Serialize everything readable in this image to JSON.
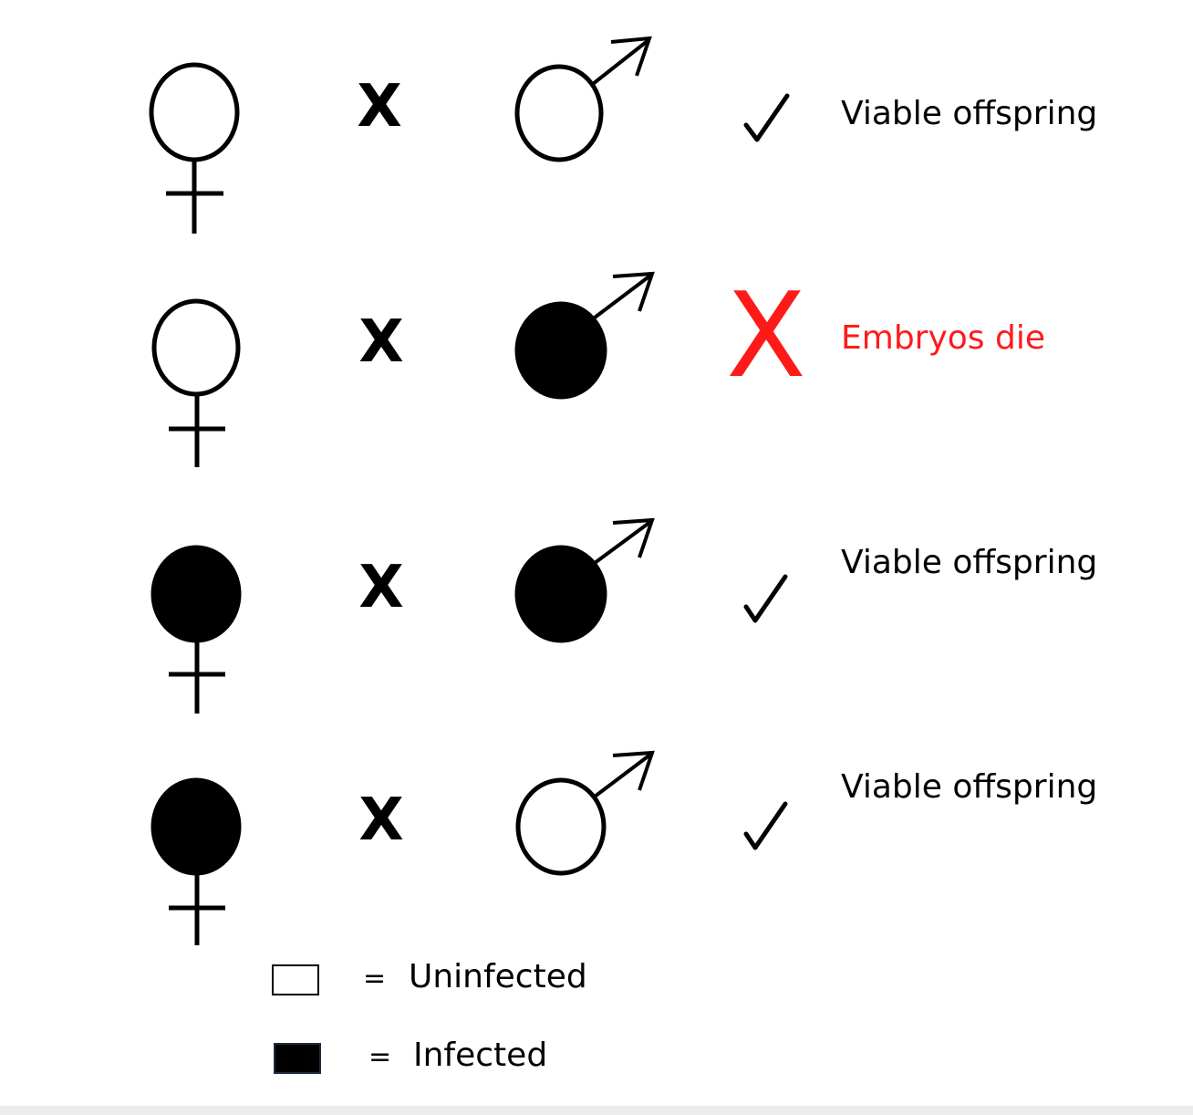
{
  "legend": {
    "uninfected": {
      "equals": "=",
      "label": "Uninfected",
      "swatch_color": "#ffffff"
    },
    "infected": {
      "equals": "=",
      "label": "Infected",
      "swatch_color": "#000000"
    }
  },
  "colors": {
    "stroke": "#000000",
    "infected_fill": "#000000",
    "uninfected_fill": "#ffffff",
    "incompatible": "#ff0000",
    "text": "#000000"
  },
  "crosses": [
    {
      "female_status": "uninfected",
      "cross_symbol": "X",
      "male_status": "uninfected",
      "result_mark": "check-icon",
      "outcome": "Viable offspring",
      "viable": true
    },
    {
      "female_status": "uninfected",
      "cross_symbol": "X",
      "male_status": "infected",
      "result_mark": "red-x-icon",
      "result_symbol": "X",
      "outcome": "Embryos die",
      "viable": false
    },
    {
      "female_status": "infected",
      "cross_symbol": "X",
      "male_status": "infected",
      "result_mark": "check-icon",
      "outcome": "Viable offspring",
      "viable": true
    },
    {
      "female_status": "infected",
      "cross_symbol": "X",
      "male_status": "uninfected",
      "result_mark": "check-icon",
      "outcome": "Viable offspring",
      "viable": true
    }
  ]
}
